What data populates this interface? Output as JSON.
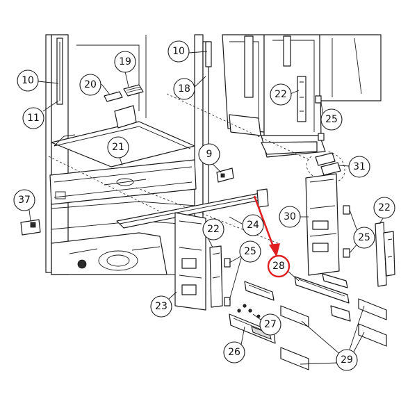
{
  "diagram": {
    "callouts": [
      {
        "id": "c10a",
        "label": "10"
      },
      {
        "id": "c11",
        "label": "11"
      },
      {
        "id": "c20",
        "label": "20"
      },
      {
        "id": "c19",
        "label": "19"
      },
      {
        "id": "c10b",
        "label": "10"
      },
      {
        "id": "c18",
        "label": "18"
      },
      {
        "id": "c22a",
        "label": "22"
      },
      {
        "id": "c25a",
        "label": "25"
      },
      {
        "id": "c21",
        "label": "21"
      },
      {
        "id": "c9",
        "label": "9"
      },
      {
        "id": "c31",
        "label": "31"
      },
      {
        "id": "c37",
        "label": "37"
      },
      {
        "id": "c30",
        "label": "30"
      },
      {
        "id": "c22b",
        "label": "22"
      },
      {
        "id": "c24",
        "label": "24"
      },
      {
        "id": "c22c",
        "label": "22"
      },
      {
        "id": "c25b",
        "label": "25"
      },
      {
        "id": "c25c",
        "label": "25"
      },
      {
        "id": "c28",
        "label": "28"
      },
      {
        "id": "c23",
        "label": "23"
      },
      {
        "id": "c27",
        "label": "27"
      },
      {
        "id": "c26",
        "label": "26"
      },
      {
        "id": "c29",
        "label": "29"
      }
    ],
    "highlight_color": "#e02020",
    "highlighted_part": "28"
  }
}
